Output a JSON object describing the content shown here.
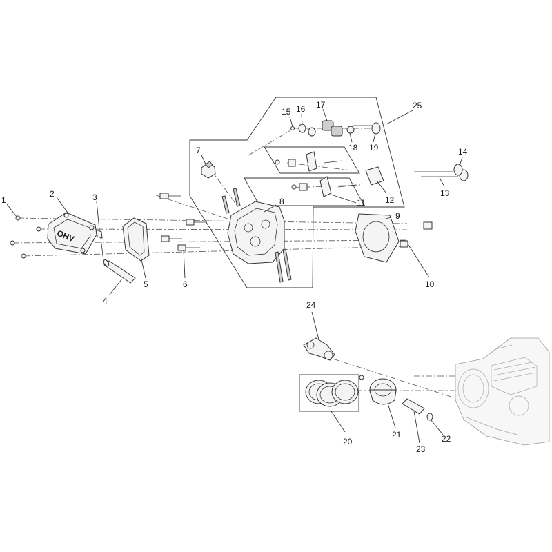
{
  "callouts": {
    "c1": "1",
    "c2": "2",
    "c3": "3",
    "c4": "4",
    "c5": "5",
    "c6": "6",
    "c7": "7",
    "c8": "8",
    "c9": "9",
    "c10": "10",
    "c11": "11",
    "c12": "12",
    "c13": "13",
    "c14": "14",
    "c15": "15",
    "c16": "16",
    "c17": "17",
    "c18": "18",
    "c19": "19",
    "c20": "20",
    "c21": "21",
    "c22": "22",
    "c23": "23",
    "c24": "24",
    "c25": "25"
  },
  "engine_badge": "OHV",
  "colors": {
    "line": "#333333",
    "part_fill": "#f4f4f4",
    "ghost": "#9a9a9a",
    "background": "#ffffff"
  }
}
